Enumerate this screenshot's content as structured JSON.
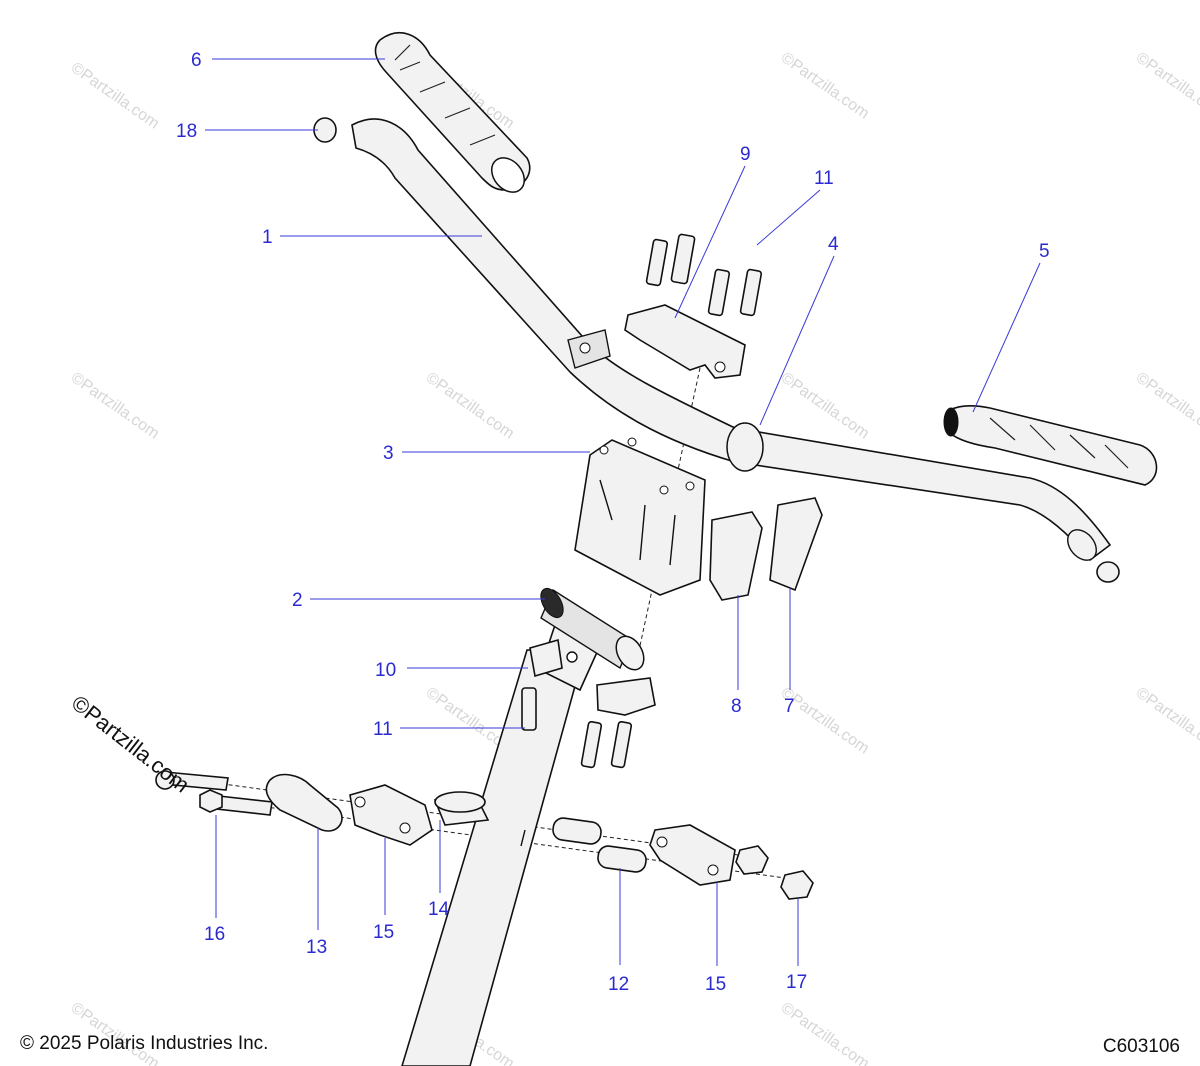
{
  "footer": {
    "copyright": "© 2025 Polaris Industries Inc.",
    "diagram_code": "C603106"
  },
  "watermark": {
    "stamp": "©Partzilla.com",
    "faint": "©Partzilla.com"
  },
  "callouts": {
    "c1": "1",
    "c2": "2",
    "c3": "3",
    "c4": "4",
    "c5": "5",
    "c6": "6",
    "c7": "7",
    "c8": "8",
    "c9": "9",
    "c10": "10",
    "c11_top": "11",
    "c11_mid": "11",
    "c12": "12",
    "c13": "13",
    "c14": "14",
    "c15_left": "15",
    "c15_right": "15",
    "c16": "16",
    "c17": "17",
    "c18": "18"
  }
}
